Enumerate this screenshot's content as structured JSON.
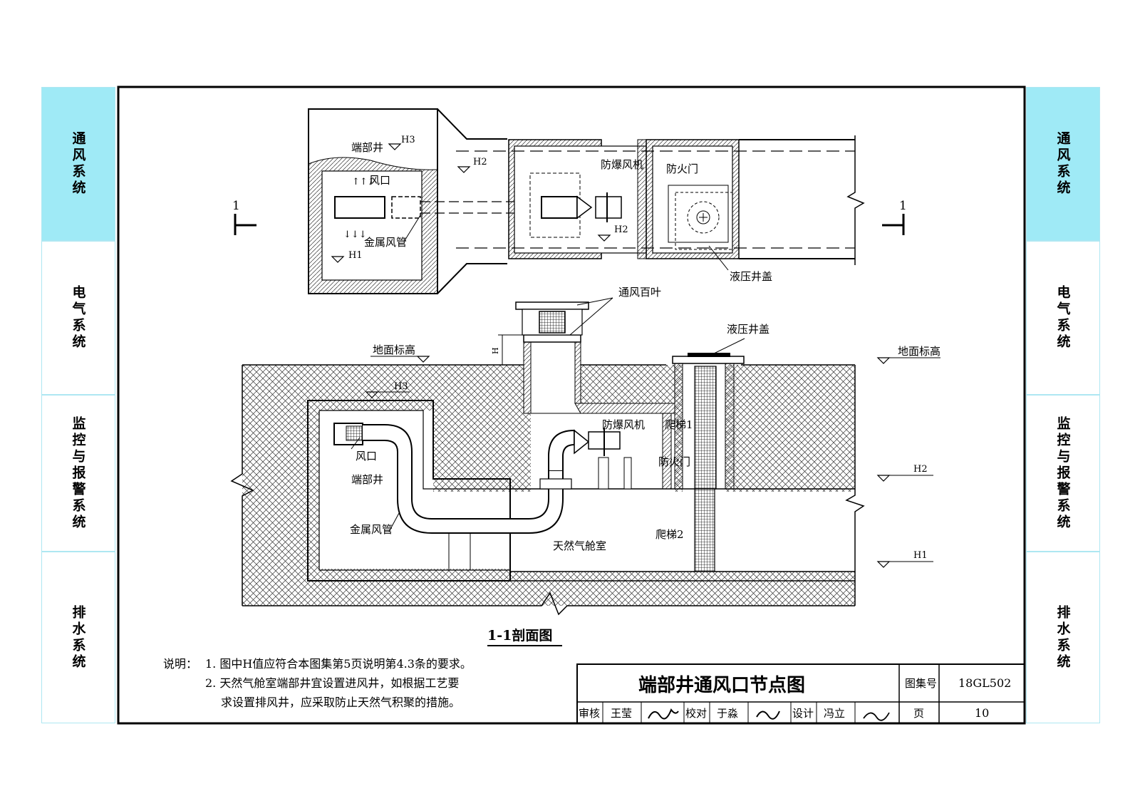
{
  "side_tabs": [
    {
      "label": "通风系统",
      "active": true
    },
    {
      "label": "电气系统",
      "active": false
    },
    {
      "label": "监控与报警系统",
      "active": false
    },
    {
      "label": "排水系统",
      "active": false
    }
  ],
  "plan": {
    "section_mark": "1",
    "end_well": "端部井",
    "air_inlet": "风口",
    "metal_duct": "金属风管",
    "explosion_fan": "防爆风机",
    "fire_door": "防火门",
    "hydraulic_cover": "液压井盖",
    "h1": "H1",
    "h2": "H2",
    "h3": "H3"
  },
  "section": {
    "louver": "通风百叶",
    "ground_level_left": "地面标高",
    "ground_level_right": "地面标高",
    "h": "H",
    "h1": "H1",
    "h2": "H2",
    "h3": "H3",
    "hydraulic_cover": "液压井盖",
    "explosion_fan": "防爆风机",
    "ladder1": "爬梯1",
    "fire_door": "防火门",
    "air_inlet": "风口",
    "end_well": "端部井",
    "metal_duct": "金属风管",
    "ladder2": "爬梯2",
    "gas_cabin": "天然气舱室",
    "title": "1-1剖面图"
  },
  "notes": {
    "lead": "说明：",
    "line1": "1. 图中H值应符合本图集第5页说明第4.3条的要求。",
    "line2": "2. 天然气舱室端部井宜设置进风井，如根据工艺要",
    "line3": "求设置排风井，应采取防止天然气积聚的措施。"
  },
  "title_block": {
    "title": "端部井通风口节点图",
    "atlas_label": "图集号",
    "atlas_no": "18GL502",
    "review_label": "审核",
    "reviewer": "王莹",
    "check_label": "校对",
    "checker": "于淼",
    "design_label": "设计",
    "designer": "冯立",
    "page_label": "页",
    "page_no": "10"
  },
  "colors": {
    "tab_active": "#9feaf6",
    "tab_border": "#aee7f2",
    "hatch": "#333333"
  }
}
